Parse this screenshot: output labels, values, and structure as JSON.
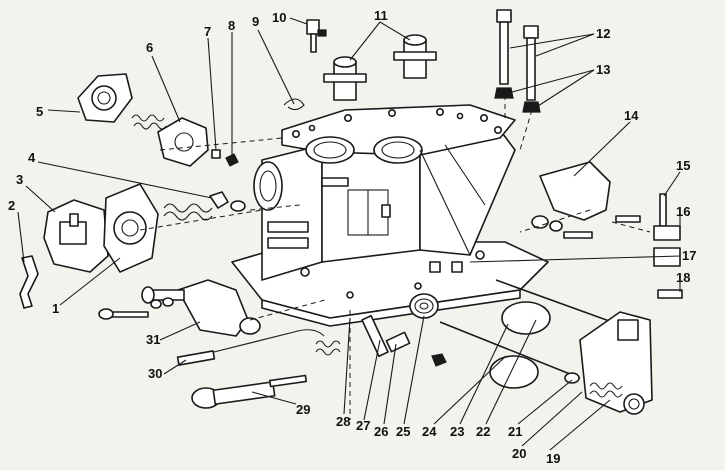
{
  "callouts": [
    {
      "id": "c1",
      "label": "1"
    },
    {
      "id": "c2",
      "label": "2"
    },
    {
      "id": "c3",
      "label": "3"
    },
    {
      "id": "c4",
      "label": "4"
    },
    {
      "id": "c5",
      "label": "5"
    },
    {
      "id": "c6",
      "label": "6"
    },
    {
      "id": "c7",
      "label": "7"
    },
    {
      "id": "c8",
      "label": "8"
    },
    {
      "id": "c9",
      "label": "9"
    },
    {
      "id": "c10",
      "label": "10"
    },
    {
      "id": "c11",
      "label": "11"
    },
    {
      "id": "c12",
      "label": "12"
    },
    {
      "id": "c13",
      "label": "13"
    },
    {
      "id": "c14",
      "label": "14"
    },
    {
      "id": "c15",
      "label": "15"
    },
    {
      "id": "c16",
      "label": "16"
    },
    {
      "id": "c17",
      "label": "17"
    },
    {
      "id": "c18",
      "label": "18"
    },
    {
      "id": "c19",
      "label": "19"
    },
    {
      "id": "c20",
      "label": "20"
    },
    {
      "id": "c21",
      "label": "21"
    },
    {
      "id": "c22",
      "label": "22"
    },
    {
      "id": "c23",
      "label": "23"
    },
    {
      "id": "c24",
      "label": "24"
    },
    {
      "id": "c25",
      "label": "25"
    },
    {
      "id": "c26",
      "label": "26"
    },
    {
      "id": "c27",
      "label": "27"
    },
    {
      "id": "c28",
      "label": "28"
    },
    {
      "id": "c29",
      "label": "29"
    },
    {
      "id": "c30",
      "label": "30"
    },
    {
      "id": "c31",
      "label": "31"
    }
  ],
  "colors": {
    "ink": "#1a1a1a",
    "paper": "#f3f2ed",
    "part_fill": "#ffffff"
  }
}
